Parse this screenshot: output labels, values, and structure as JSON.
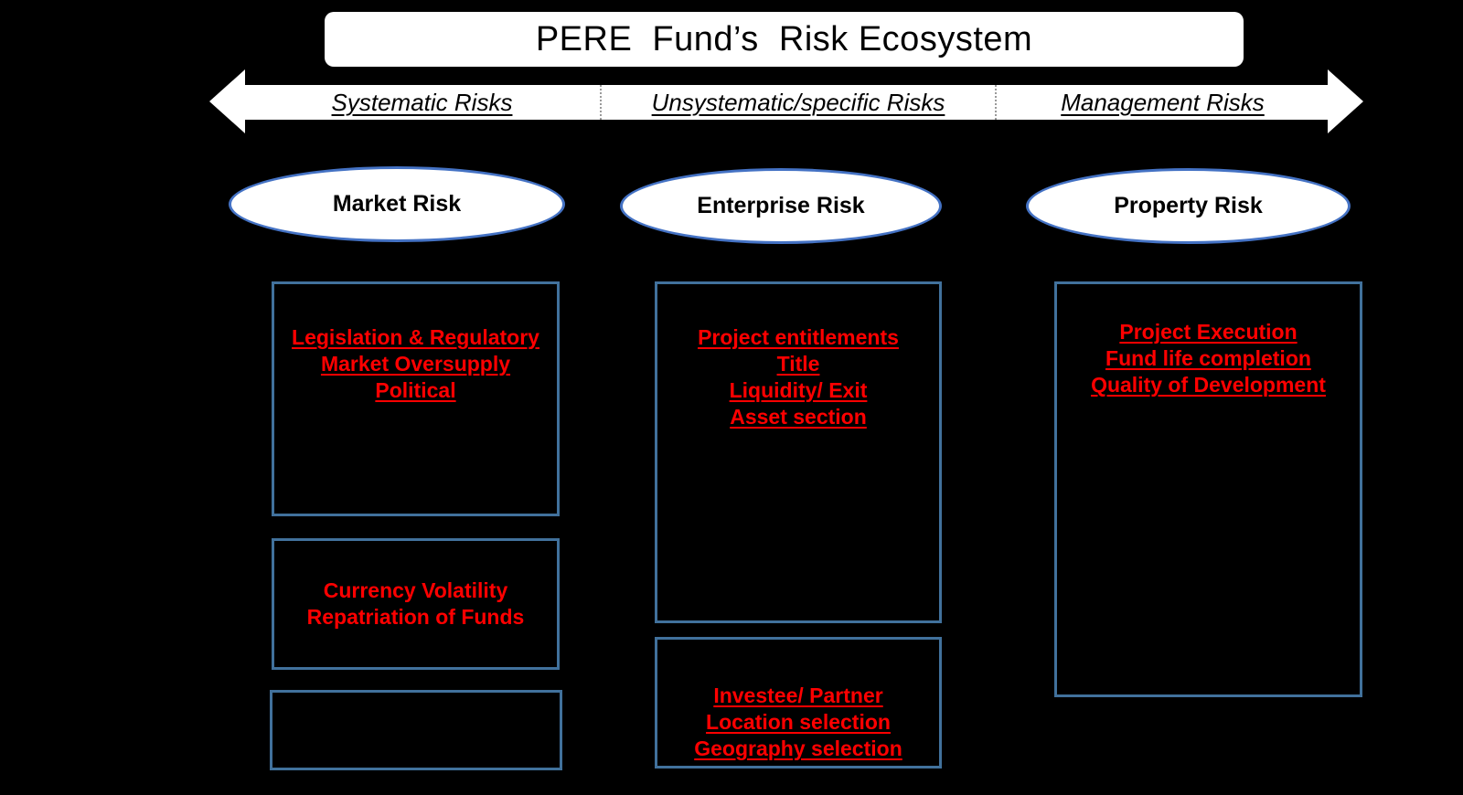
{
  "title": {
    "text": "PERE  Fund’s  Risk Ecosystem"
  },
  "axis": {
    "segments": [
      "Systematic Risks",
      "Unsystematic/specific Risks",
      "Management Risks"
    ]
  },
  "columns": [
    {
      "name": "systematic",
      "ellipse_label": "Market Risk",
      "boxes": [
        {
          "underlined": true,
          "lines": [
            "Legislation & Regulatory",
            "Market Oversupply",
            "Political"
          ]
        },
        {
          "underlined": false,
          "lines": [
            "Currency Volatility",
            "Repatriation of Funds"
          ]
        },
        {
          "underlined": false,
          "lines": []
        }
      ]
    },
    {
      "name": "unsystematic",
      "ellipse_label": "Enterprise Risk",
      "boxes": [
        {
          "underlined": true,
          "lines": [
            "Project entitlements",
            "Title",
            "Liquidity/ Exit",
            "Asset section"
          ]
        },
        {
          "underlined": true,
          "lines": [
            "Investee/ Partner",
            "Location selection",
            "Geography selection"
          ]
        }
      ]
    },
    {
      "name": "management",
      "ellipse_label": "Property Risk",
      "boxes": [
        {
          "underlined": true,
          "lines": [
            "Project Execution",
            "Fund life completion",
            "Quality of Development"
          ]
        }
      ]
    }
  ],
  "colors": {
    "background": "#000000",
    "panel": "#ffffff",
    "box_border": "#41719c",
    "ellipse_border": "#4472c4",
    "risk_text": "#ff0000",
    "label_text": "#000000"
  }
}
